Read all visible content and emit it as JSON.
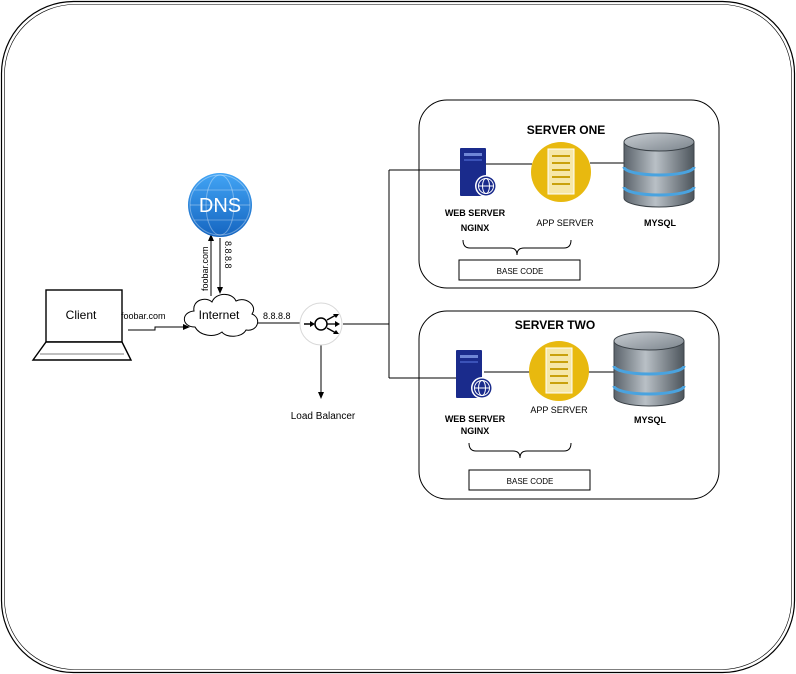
{
  "client": {
    "label": "Client"
  },
  "internet": {
    "label": "Internet"
  },
  "dns": {
    "label": "DNS"
  },
  "links": {
    "client_to_internet": "foobar.com",
    "dns_query": "foobar.com",
    "dns_response": "8.8.8.8",
    "internet_to_lb": "8.8.8.8"
  },
  "load_balancer": {
    "label": "Load Balancer"
  },
  "servers": [
    {
      "title": "SERVER ONE",
      "web_server_line1": "WEB SERVER",
      "web_server_line2": "NGINX",
      "app_server": "APP SERVER",
      "database": "MYSQL",
      "base_code": "BASE CODE"
    },
    {
      "title": "SERVER TWO",
      "web_server_line1": "WEB SERVER",
      "web_server_line2": "NGINX",
      "app_server": "APP SERVER",
      "database": "MYSQL",
      "base_code": "BASE CODE"
    }
  ],
  "colors": {
    "dns_blue": "#1e88e5",
    "server_navy": "#1a2b8c",
    "app_yellow": "#e8b90f",
    "db_gray": "#7f8890",
    "db_band": "#4aa3df"
  }
}
